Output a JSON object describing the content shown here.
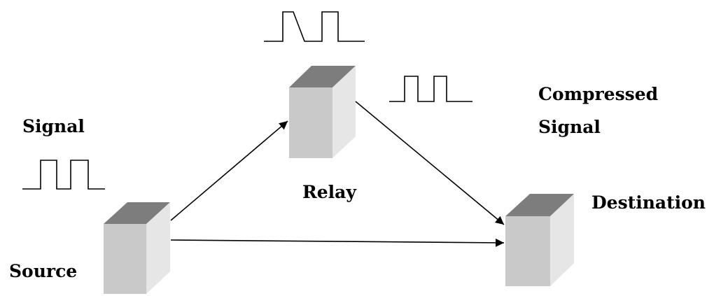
{
  "labels": {
    "signal": "Signal",
    "relay": "Relay",
    "compressed_line1": "Compressed",
    "compressed_line2": "Signal",
    "destination": "Destination",
    "source": "Source"
  },
  "nodes": [
    "Source",
    "Relay",
    "Destination"
  ],
  "edges": [
    {
      "from": "Source",
      "to": "Relay"
    },
    {
      "from": "Relay",
      "to": "Destination"
    },
    {
      "from": "Source",
      "to": "Destination"
    }
  ],
  "colors": {
    "block_top": "#7d7d7d",
    "block_side": "#e6e6e6",
    "block_front": "#c9c9c9",
    "line": "#000000"
  }
}
